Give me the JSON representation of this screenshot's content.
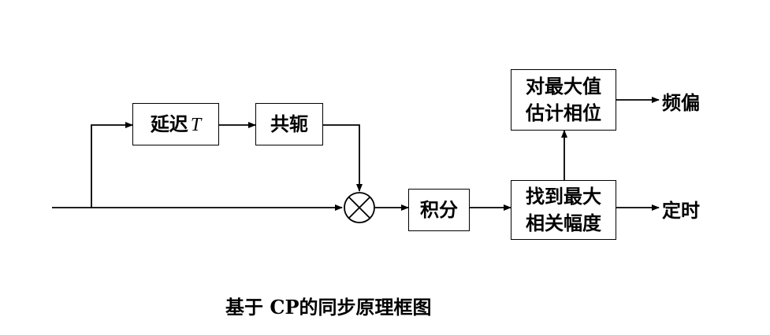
{
  "diagram": {
    "delay_block": {
      "text": "延迟",
      "symbol": "T"
    },
    "conjugate_block": {
      "text": "共轭"
    },
    "integrate_block": {
      "text": "积分"
    },
    "find_max_block": {
      "line1": "找到最大",
      "line2": "相关幅度"
    },
    "phase_block": {
      "line1": "对最大值",
      "line2": "估计相位"
    },
    "output_freq_offset": "频偏",
    "output_timing": "定时",
    "caption": "基于 CP的同步原理框图"
  }
}
